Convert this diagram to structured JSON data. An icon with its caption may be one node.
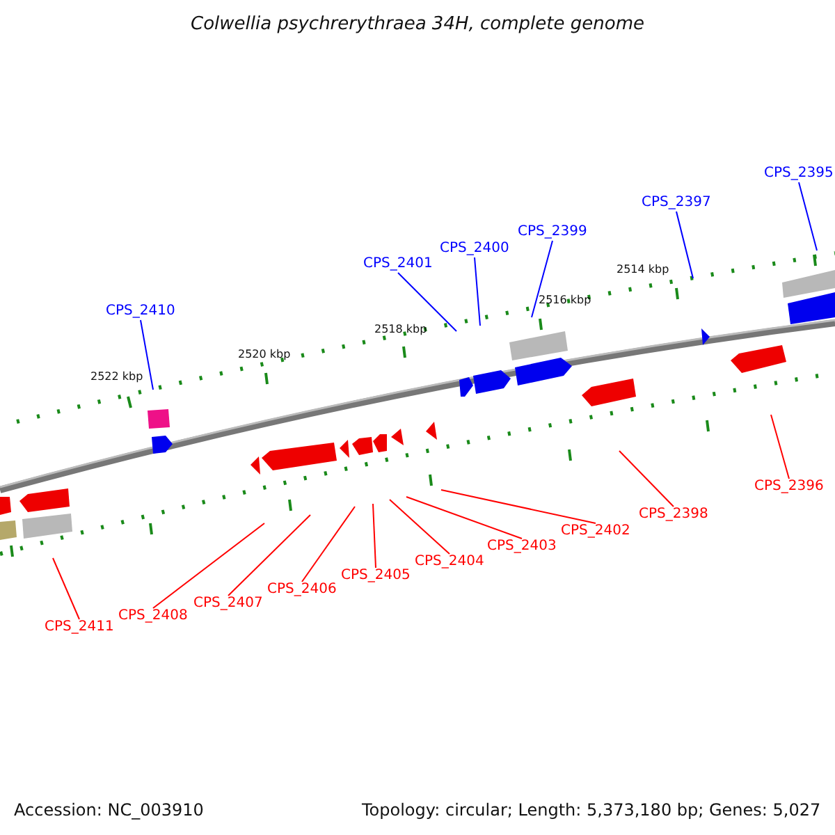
{
  "diagram": {
    "title": "Colwellia psychrerythraea 34H, complete genome",
    "nodes": [
      {
        "text": [
          "CPS_2395"
        ]
      },
      {
        "text": [
          "CPS_2397"
        ]
      },
      {
        "text": [
          "CPS_2399"
        ]
      },
      {
        "text": [
          "CPS_2400"
        ]
      },
      {
        "text": [
          "CPS_2401"
        ]
      },
      {
        "text": [
          "CPS_2410"
        ]
      },
      {
        "text": [
          "CPS_2396"
        ]
      },
      {
        "text": [
          "CPS_2398"
        ]
      },
      {
        "text": [
          "CPS_2402"
        ]
      },
      {
        "text": [
          "CPS_2403"
        ]
      },
      {
        "text": [
          "CPS_2404"
        ]
      },
      {
        "text": [
          "CPS_2405"
        ]
      },
      {
        "text": [
          "CPS_2406"
        ]
      },
      {
        "text": [
          "CPS_2407"
        ]
      },
      {
        "text": [
          "CPS_2408"
        ]
      },
      {
        "text": [
          "CPS_2411"
        ]
      }
    ],
    "edges": [
      {
        "from": 0,
        "to": null,
        "arrow": "none",
        "color": "#0000ff"
      },
      {
        "from": 1,
        "to": null,
        "arrow": "none",
        "color": "#0000ff"
      },
      {
        "from": 2,
        "to": null,
        "arrow": "none",
        "color": "#0000ff"
      },
      {
        "from": 3,
        "to": null,
        "arrow": "none",
        "color": "#0000ff"
      },
      {
        "from": 4,
        "to": null,
        "arrow": "none",
        "color": "#0000ff"
      },
      {
        "from": 5,
        "to": null,
        "arrow": "none",
        "color": "#0000ff"
      },
      {
        "from": 6,
        "to": null,
        "arrow": "none"
      },
      {
        "from": 7,
        "to": null,
        "arrow": "none"
      },
      {
        "from": 8,
        "to": null,
        "arrow": "none"
      },
      {
        "from": 9,
        "to": null,
        "arrow": "none"
      },
      {
        "from": 10,
        "to": null,
        "arrow": "none"
      },
      {
        "from": 11,
        "to": null,
        "arrow": "none"
      },
      {
        "from": 12,
        "to": null,
        "arrow": "none"
      },
      {
        "from": 13,
        "to": null,
        "arrow": "none"
      },
      {
        "from": 14,
        "to": null,
        "arrow": "none"
      },
      {
        "from": 15,
        "to": null,
        "arrow": "none"
      }
    ],
    "labels": [
      "2522 kbp",
      "2520 kbp",
      "2518 kbp",
      "2516 kbp",
      "2514 kbp",
      "Accession: NC_003910",
      "Topology: circular; Length: 5,373,180 bp; Genes: 5,027"
    ]
  }
}
